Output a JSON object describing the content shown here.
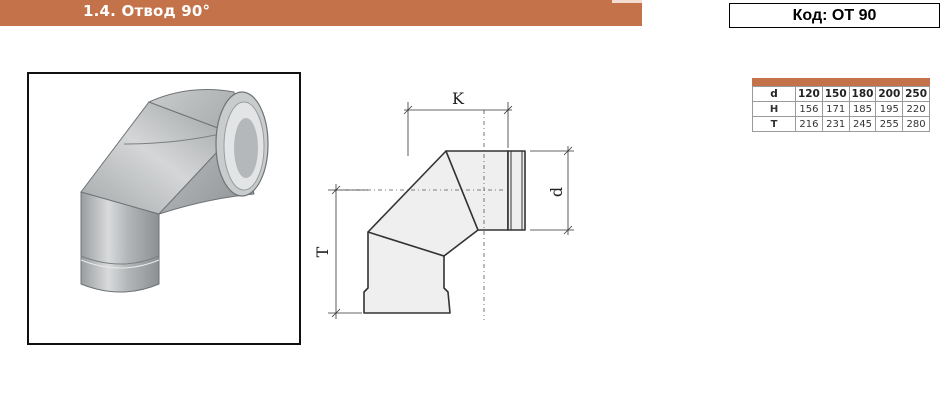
{
  "header": {
    "title": "1.4. Отвод 90°",
    "code": "Код: ОТ 90",
    "accent_color": "#c4724a"
  },
  "drawing": {
    "label_k": "K",
    "label_d": "d",
    "label_t": "T"
  },
  "table": {
    "header_label": "d",
    "header_values": [
      "120",
      "150",
      "180",
      "200",
      "250"
    ],
    "rows": [
      {
        "label": "H",
        "values": [
          "156",
          "171",
          "185",
          "195",
          "220"
        ]
      },
      {
        "label": "T",
        "values": [
          "216",
          "231",
          "245",
          "255",
          "280"
        ]
      }
    ]
  }
}
